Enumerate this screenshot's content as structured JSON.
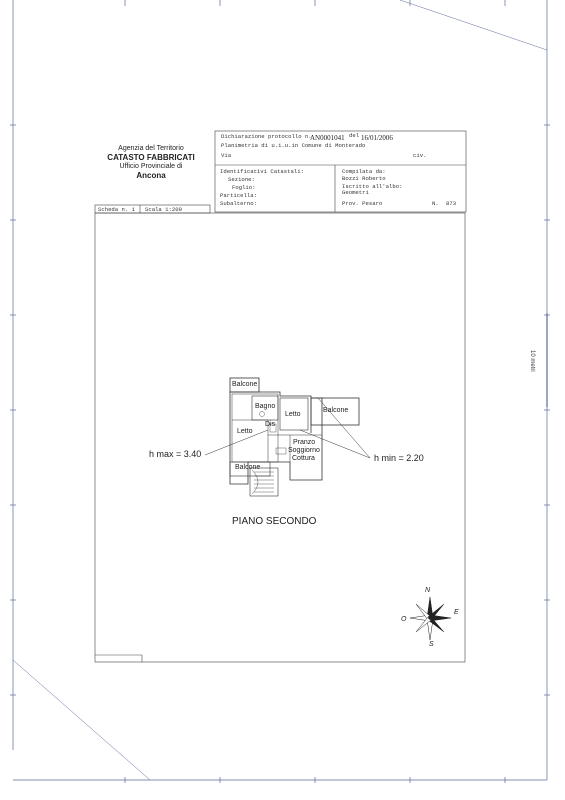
{
  "agency": {
    "line1": "Agenzia del Territorio",
    "line2": "CATASTO FABBRICATI",
    "line3": "Ufficio Provinciale di",
    "line4": "Ancona"
  },
  "header": {
    "protocol_label": "Dichiarazione protocollo n.",
    "protocol_no": "AN0001041",
    "date_label": "del",
    "date": "16/01/2006",
    "planimetria": "Planimetria di u.i.u.in Comune di Monterado",
    "via_label": "Via",
    "civ_label": "civ.",
    "identificativi": "Identificativi Catastali:",
    "sezione": "Sezione:",
    "foglio": "Foglio:",
    "particella": "Particella:",
    "subalterno": "Subalterno:",
    "compilata_label": "Compilata da:",
    "compilata_name": "Bozzi Roberto",
    "iscritto_label": "Iscritto all'albo:",
    "iscritto_value": "Geometri",
    "prov_label": "Prov. Pesaro",
    "n_label": "N.",
    "n_value": "873",
    "scheda": "Scheda n. 1",
    "scala": "Scala 1:200"
  },
  "plan": {
    "rooms": {
      "balcone_top": "Balcone",
      "bagno": "Bagno",
      "letto_right": "Letto",
      "balcone_right": "Balcone",
      "dis": "Dis",
      "letto_left": "Letto",
      "pranzo": "Pranzo",
      "soggiorno": "Soggiorno",
      "cottura": "Cottura",
      "balcone_bottom": "Balcone"
    },
    "h_max": "h max = 3.40",
    "h_min": "h min = 2.20",
    "floor": "PIANO SECONDO"
  },
  "compass": {
    "n": "N",
    "s": "S",
    "e": "E",
    "o": "O"
  },
  "scale_bar": "10 metri"
}
